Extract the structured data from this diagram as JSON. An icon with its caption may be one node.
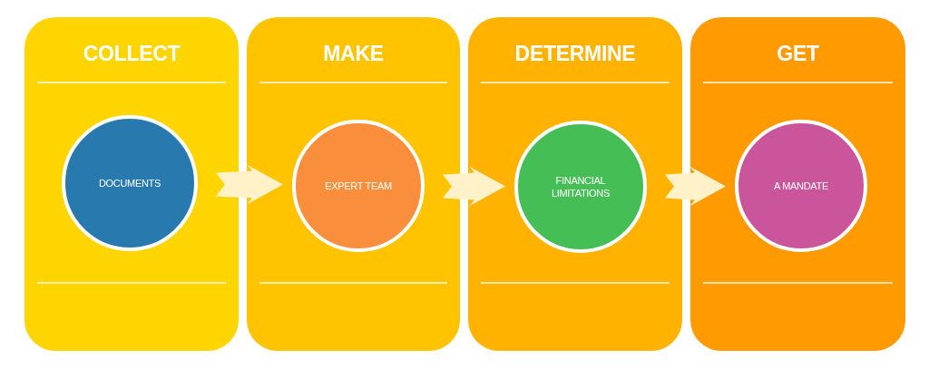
{
  "diagram": {
    "nodes": [
      {
        "text": [
          "COLLECT"
        ]
      },
      {
        "text": [
          "DOCUMENTS"
        ],
        "in": 0
      },
      {
        "text": [
          "MAKE"
        ]
      },
      {
        "text": [
          "EXPERT TEAM"
        ],
        "in": 2
      },
      {
        "text": [
          "DETERMINE"
        ]
      },
      {
        "text": [
          "FINANCIAL LIMITATIONS"
        ],
        "in": 4
      },
      {
        "text": [
          "GET"
        ]
      },
      {
        "text": [
          "A MANDATE"
        ],
        "in": 6
      }
    ],
    "edges": [
      {
        "from": 1,
        "to": 3,
        "arrow": "to"
      },
      {
        "from": 3,
        "to": 5,
        "arrow": "to"
      },
      {
        "from": 5,
        "to": 7,
        "arrow": "to"
      }
    ]
  }
}
